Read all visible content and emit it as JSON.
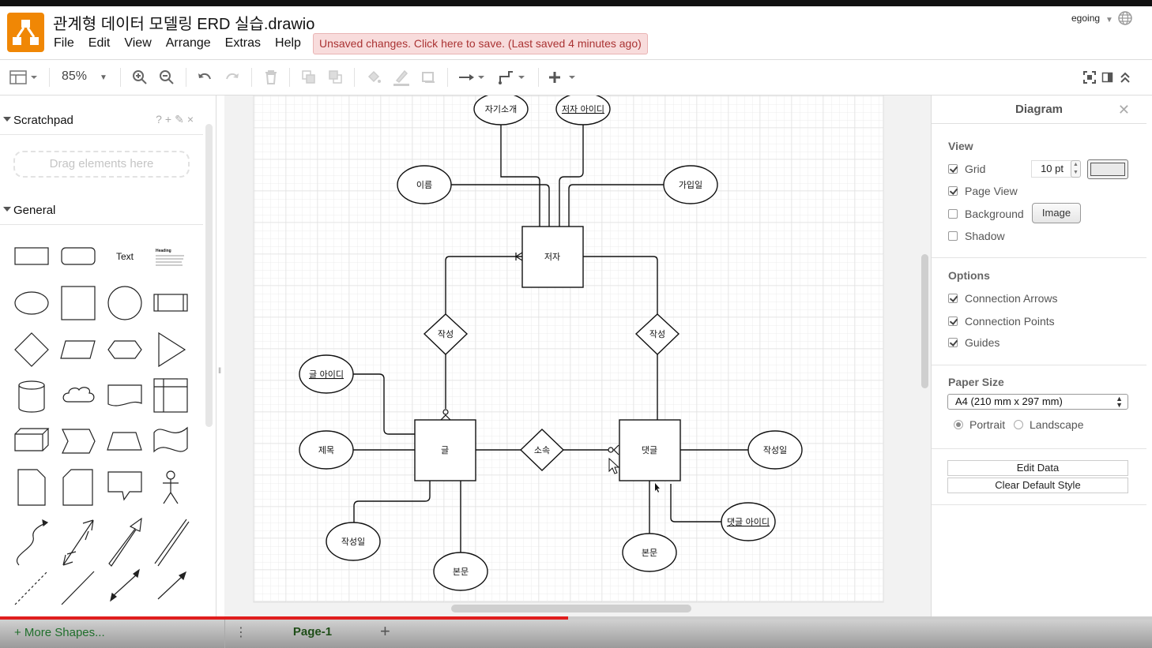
{
  "app": {
    "title": "관계형 데이터 모델링 ERD 실습.drawio",
    "user": "egoing",
    "unsaved_notice": "Unsaved changes. Click here to save. (Last saved 4 minutes ago)"
  },
  "menu": [
    "File",
    "Edit",
    "View",
    "Arrange",
    "Extras",
    "Help"
  ],
  "toolbar": {
    "zoom": "85%",
    "icons": [
      "format-panel-icon",
      "zoom-in-icon",
      "zoom-out-icon",
      "undo-icon",
      "redo-icon",
      "delete-icon",
      "to-front-icon",
      "to-back-icon",
      "fill-color-icon",
      "line-color-icon",
      "shadow-icon",
      "connection-icon",
      "waypoints-icon",
      "insert-icon",
      "fullscreen-icon",
      "format-toggle-icon",
      "collapse-icon"
    ]
  },
  "sidebar": {
    "scratchpad": {
      "label": "Scratchpad",
      "tools": [
        "?",
        "+",
        "✎",
        "×"
      ],
      "drop_hint": "Drag elements here"
    },
    "general": {
      "label": "General",
      "text_shape": "Text",
      "heading_shape": "Heading"
    },
    "more_shapes": "+ More Shapes..."
  },
  "diagram": {
    "entities": [
      "저자",
      "글",
      "댓글"
    ],
    "relationships": [
      "작성",
      "작성",
      "소속"
    ],
    "attributes": {
      "author": [
        "자기소개",
        "저자 아이디",
        "이름",
        "가입일"
      ],
      "post": [
        "글 아이디",
        "제목",
        "작성일",
        "본문"
      ],
      "comment": [
        "작성일",
        "댓글 아이디",
        "본문"
      ]
    },
    "key_attributes": [
      "저자 아이디",
      "글 아이디",
      "댓글 아이디"
    ]
  },
  "format_panel": {
    "title": "Diagram",
    "view": {
      "heading": "View",
      "grid": {
        "label": "Grid",
        "checked": true,
        "size": "10 pt"
      },
      "page_view": {
        "label": "Page View",
        "checked": true
      },
      "background": {
        "label": "Background",
        "checked": false,
        "button": "Image"
      },
      "shadow": {
        "label": "Shadow",
        "checked": false
      }
    },
    "options": {
      "heading": "Options",
      "connection_arrows": {
        "label": "Connection Arrows",
        "checked": true
      },
      "connection_points": {
        "label": "Connection Points",
        "checked": true
      },
      "guides": {
        "label": "Guides",
        "checked": true
      }
    },
    "paper_size": {
      "heading": "Paper Size",
      "selected": "A4 (210 mm x 297 mm)",
      "portrait": "Portrait",
      "landscape": "Landscape",
      "orientation": "portrait"
    },
    "buttons": {
      "edit_data": "Edit Data",
      "clear_default_style": "Clear Default Style"
    }
  },
  "pages": {
    "tabs": [
      "Page-1"
    ],
    "active": "Page-1"
  },
  "video": {
    "progress_fraction": 0.493
  },
  "colors": {
    "accent": "#f08705",
    "unsaved_bg": "#f8dcdc",
    "progress": "#e01e1e",
    "more_shapes": "#1f6e2b"
  }
}
